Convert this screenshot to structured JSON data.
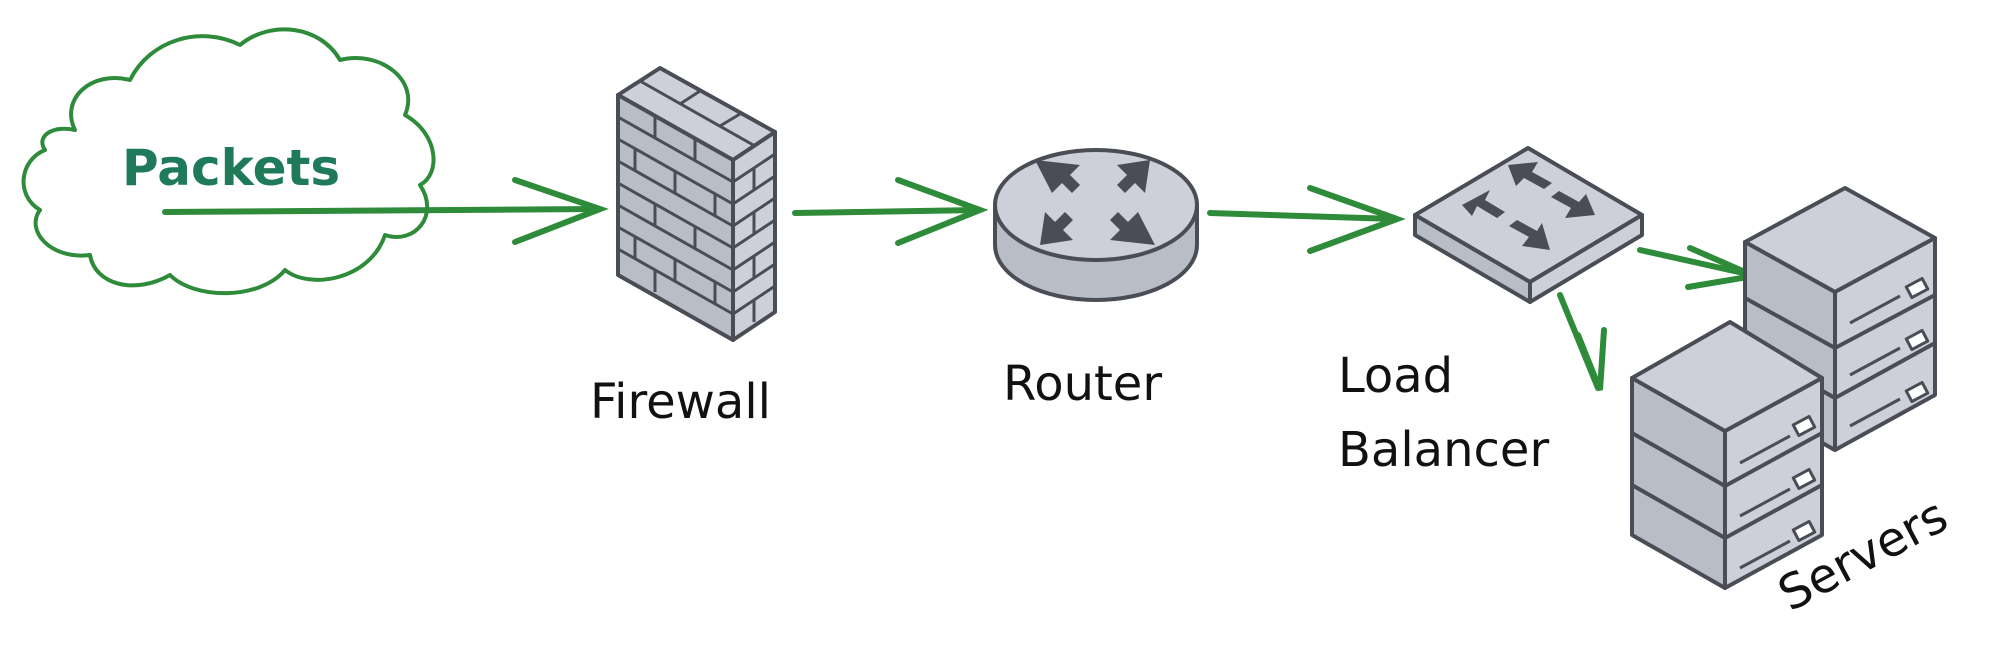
{
  "diagram": {
    "title": "",
    "nodes": [
      {
        "id": "packets",
        "label": "Packets",
        "icon": "cloud-icon"
      },
      {
        "id": "firewall",
        "label": "Firewall",
        "icon": "brick-wall-icon"
      },
      {
        "id": "router",
        "label": "Router",
        "icon": "router-icon"
      },
      {
        "id": "load_balancer",
        "label_line1": "Load",
        "label_line2": "Balancer",
        "icon": "network-switch-icon"
      },
      {
        "id": "servers",
        "label": "Servers",
        "icon": "server-stack-icon"
      }
    ],
    "edges": [
      {
        "from": "packets",
        "to": "firewall"
      },
      {
        "from": "firewall",
        "to": "router"
      },
      {
        "from": "router",
        "to": "load_balancer"
      },
      {
        "from": "load_balancer",
        "to": "servers"
      },
      {
        "from": "load_balancer",
        "to": "servers"
      }
    ],
    "colors": {
      "arrow": "#2e8b3a",
      "cloud": "#2e8b3a",
      "cloud_text": "#1f7a5a",
      "device_fill": "#cdd0d8",
      "device_stroke": "#4a4d55",
      "device_dark": "#4a4d55",
      "label_text": "#111111"
    }
  }
}
